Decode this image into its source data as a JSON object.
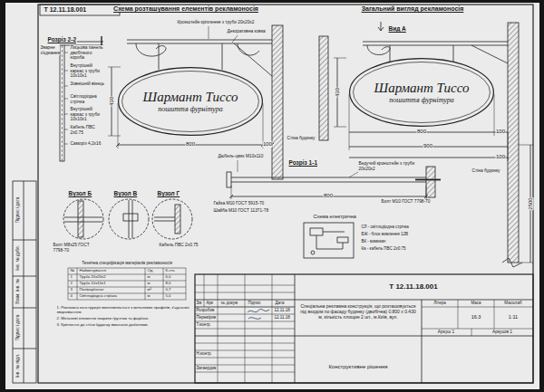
{
  "diagram": {
    "nodes": [
      {
        "text": [
          "Шармант Тиссо",
          "пошиття фурнітура"
        ]
      },
      {
        "text": [
          "Шармант Тиссо",
          "пошиття фурнітура"
        ]
      }
    ],
    "labels": [
      "Т 12.11.18.001",
      "Схема розташування елементів рекламоносія",
      "Загальний вигляд рекламоносія",
      "Розріз 2-2",
      "Вид А",
      "Розріз 1-1",
      "Вузол Б",
      "Вузол В",
      "Вузол Г",
      "Схема електрична",
      "430",
      "800",
      "100",
      "430",
      "800",
      "100",
      "900",
      "100",
      "800",
      "2500",
      "Кронштейн кріплення з труби 20х20х2",
      "Декоративна ковка",
      "Зварне з'єднання",
      "Лицьова панель двобічного короба",
      "Внутрішній каркас з труби 10х10х1",
      "Зовнішній вінець",
      "Світлодіодна стрічка",
      "Внутрішній каркас з труби 10х10х1",
      "Кабель ПВС 2х0.75",
      "Саморіз 4,2х16",
      "Стіна будинку",
      "Дюбель-цвях M10х110",
      "Стіна будинку",
      "Ведучий кронштейн з труби 20х20х2",
      "Болт M10 ГОСТ 7798-70",
      "Гайка M10 ГОСТ 5915-70",
      "Шайба M10 ГОСТ 11371-78",
      "Болт M8х25 ГОСТ 7798-70",
      "Кабель ПВС 2х0.75",
      "Технічна специфікація матеріалів рекламоносія",
      "№",
      "Найменування",
      "Од.",
      "К-сть",
      "1",
      "Труба 20х20х2",
      "м",
      "6,0",
      "2",
      "Труба 10х10х1",
      "м",
      "8,0",
      "3",
      "Полікарбонат",
      "м²",
      "0,7",
      "4",
      "Світлодіодна стрічка",
      "м",
      "5,0",
      "1. Рекламна конструкція виготовляється з металевих профілів, з'єднаних зварюванням.",
      "2. Металеві елементи покрити ґрунтом та фарбою.",
      "3. Кріплення до стіни будинку виконати дюбелями.",
      "СЛ - світлодіодна стрічка",
      "БЖ - блок живлення 12В",
      "ВК - вимикач",
      "Ка - кабель ПВС 2х0.75",
      "Т 12.11.18.001",
      "Зм",
      "Арк",
      "№ докум",
      "Підпис",
      "Дата",
      "Розробив",
      "Перевірив",
      "Т.контр.",
      "Н.контр.",
      "Затвердив",
      "12.11.18",
      "12.11.18",
      "Спеціальна рекламна конструкція, що розташовується під входом по фасаду будинку (двобічна) 0.800 х 0.430 м, кількість площин 2 шт., м.Київ, вул.",
      "Літера",
      "Маса",
      "Масштаб",
      "16.3",
      "1:11",
      "Аркуш 1",
      "Аркушів 1",
      "Конструктивне рішення",
      "Інв. № підл.",
      "Підпис і дата",
      "Взам. інв. №",
      "Інв. № дубл.",
      "Підпис і дата"
    ]
  }
}
